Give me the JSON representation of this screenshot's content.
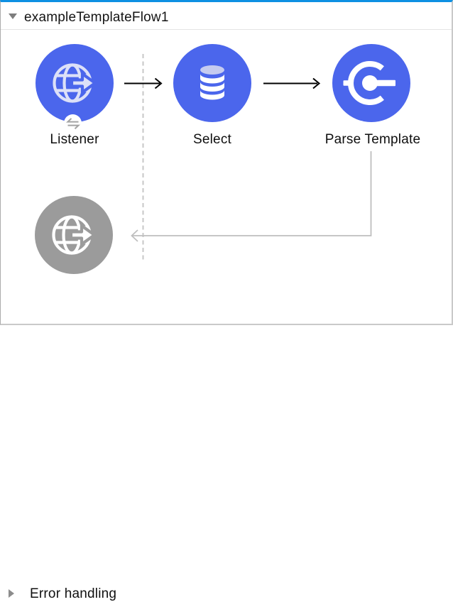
{
  "flow_header": {
    "title": "exampleTemplateFlow1",
    "collapse_icon": "triangle-down-icon",
    "state": "expanded"
  },
  "nodes": [
    {
      "label": "Listener",
      "type": "HTTP Listener",
      "state": "enabled",
      "icon": "globe-arrow-icon",
      "badge_icon": "swap-arrows-icon"
    },
    {
      "label": "Select",
      "type": "Database Select",
      "state": "enabled",
      "icon": "database-cylinder-icon"
    },
    {
      "label": "Parse Template",
      "type": "Parse Template",
      "state": "enabled",
      "icon": "core-component-icon"
    },
    {
      "label": "",
      "type": "HTTP Listener (response)",
      "state": "disabled",
      "icon": "globe-arrow-icon"
    }
  ],
  "connectors": [
    {
      "from": "Listener",
      "to": "Select",
      "style": "solid-black-arrow"
    },
    {
      "from": "Select",
      "to": "Parse Template",
      "style": "solid-black-arrow"
    },
    {
      "from": "Parse Template",
      "to": "response listener",
      "style": "gray-elbow-arrow"
    }
  ],
  "guides": {
    "dashed_vertical_line": "scope-boundary"
  },
  "error_handling": {
    "label": "Error handling",
    "collapse_icon": "triangle-right-icon",
    "state": "collapsed"
  },
  "colors": {
    "selection_bar": "#0e90e2",
    "node_blue": "#4b66ec",
    "node_gray": "#9b9b9b",
    "icon_lavender": "#dce0f8",
    "db_top_ellipse": "#c5cbf0",
    "connector_gray": "#bfbfbf",
    "dashed_guide": "#c7c7c7",
    "arrow_black": "#000000",
    "canvas_border": "#ababab"
  }
}
